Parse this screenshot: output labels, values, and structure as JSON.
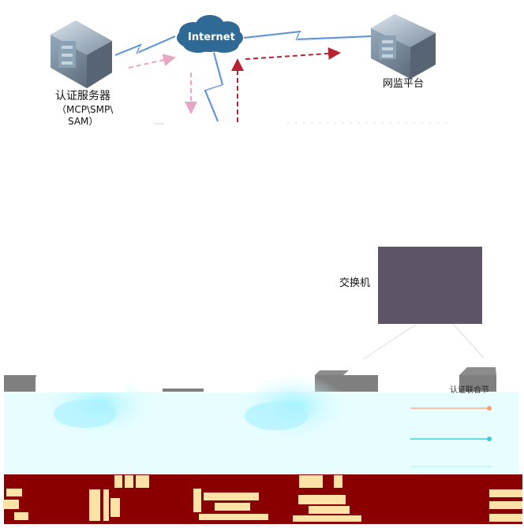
{
  "nodes": {
    "internet_label": "Internet",
    "server_label": "认证服务器",
    "server_subtitle_line1": "（MCP\\SMP\\",
    "server_subtitle_line2": "SAM）",
    "platform_label": "网监平台",
    "switch_label": "交换机",
    "right_small_label": "认证联合节"
  },
  "colors": {
    "cloud": "#2f6a96",
    "server_dark": "#4c5765",
    "switch_box": "#5e5468",
    "wire": "#5b8fd1",
    "pink_arrow": "#e9a5c4",
    "red_arrow": "#b62231",
    "bottom_band": "#8a0000",
    "cyan_band": "#e7fdff",
    "cyan_blob": "#a7f1ff",
    "beige_block": "#ffe3a6",
    "gray_block": "#7f7f7f"
  }
}
